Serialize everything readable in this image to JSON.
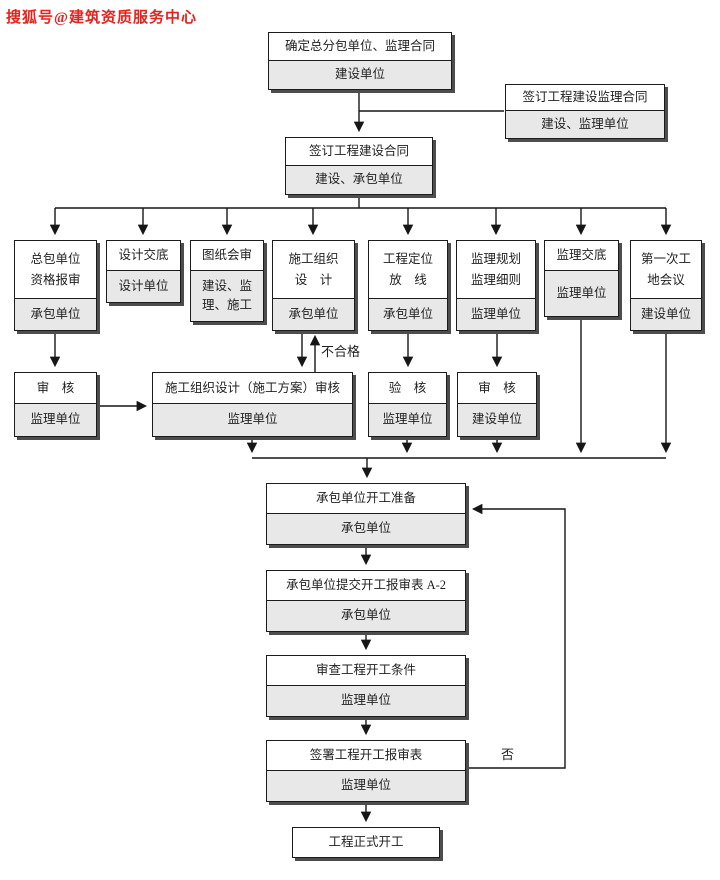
{
  "watermark": "搜狐号@建筑资质服务中心",
  "colors": {
    "watermark_red": "#e6231e",
    "box_fill": "#ffffff",
    "box_shade": "#e8e8e8",
    "line": "#161616",
    "shadow": "#4d4d4d"
  },
  "edge_labels": {
    "unqualified": "不合格",
    "no": "否"
  },
  "nodes": {
    "determine_contract": {
      "lines": [
        "确定总分包单位、监理合同"
      ],
      "actor": "建设单位"
    },
    "sign_supervision_contract": {
      "lines": [
        "签订工程建设监理合同"
      ],
      "actor": "建设、监理单位"
    },
    "sign_construction_contract": {
      "lines": [
        "签订工程建设合同"
      ],
      "actor": "建设、承包单位"
    },
    "qualification": {
      "lines": [
        "总包单位",
        "资格报审"
      ],
      "actor": "承包单位"
    },
    "design_disclosure": {
      "lines": [
        "设计交底"
      ],
      "actor": "设计单位"
    },
    "drawing_review": {
      "lines": [
        "图纸会审"
      ],
      "actor_lines": [
        "建设、监",
        "理、施工"
      ]
    },
    "org_design": {
      "lines": [
        "施工组织",
        "设　计"
      ],
      "actor": "承包单位"
    },
    "positioning": {
      "lines": [
        "工程定位",
        "放　线"
      ],
      "actor": "承包单位"
    },
    "supervision_plan": {
      "lines": [
        "监理规划",
        "监理细则"
      ],
      "actor": "监理单位"
    },
    "supervision_disclosure": {
      "lines": [
        "监理交底"
      ],
      "actor": "监理单位"
    },
    "first_site_meeting": {
      "lines": [
        "第一次工",
        "地会议"
      ],
      "actor": "建设单位"
    },
    "review_qualification": {
      "lines": [
        "审　核"
      ],
      "actor": "监理单位"
    },
    "org_design_review": {
      "lines": [
        "施工组织设计（施工方案）审核"
      ],
      "actor": "监理单位"
    },
    "verify_positioning": {
      "lines": [
        "验　核"
      ],
      "actor": "监理单位"
    },
    "review_plan": {
      "lines": [
        "审　核"
      ],
      "actor": "建设单位"
    },
    "start_preparation": {
      "lines": [
        "承包单位开工准备"
      ],
      "actor": "承包单位"
    },
    "submit_start_form": {
      "lines": [
        "承包单位提交开工报审表 A-2"
      ],
      "actor": "承包单位"
    },
    "check_start_conditions": {
      "lines": [
        "审查工程开工条件"
      ],
      "actor": "监理单位"
    },
    "sign_start_form": {
      "lines": [
        "签署工程开工报审表"
      ],
      "actor": "监理单位"
    },
    "formal_start": {
      "lines": [
        "工程正式开工"
      ]
    }
  }
}
